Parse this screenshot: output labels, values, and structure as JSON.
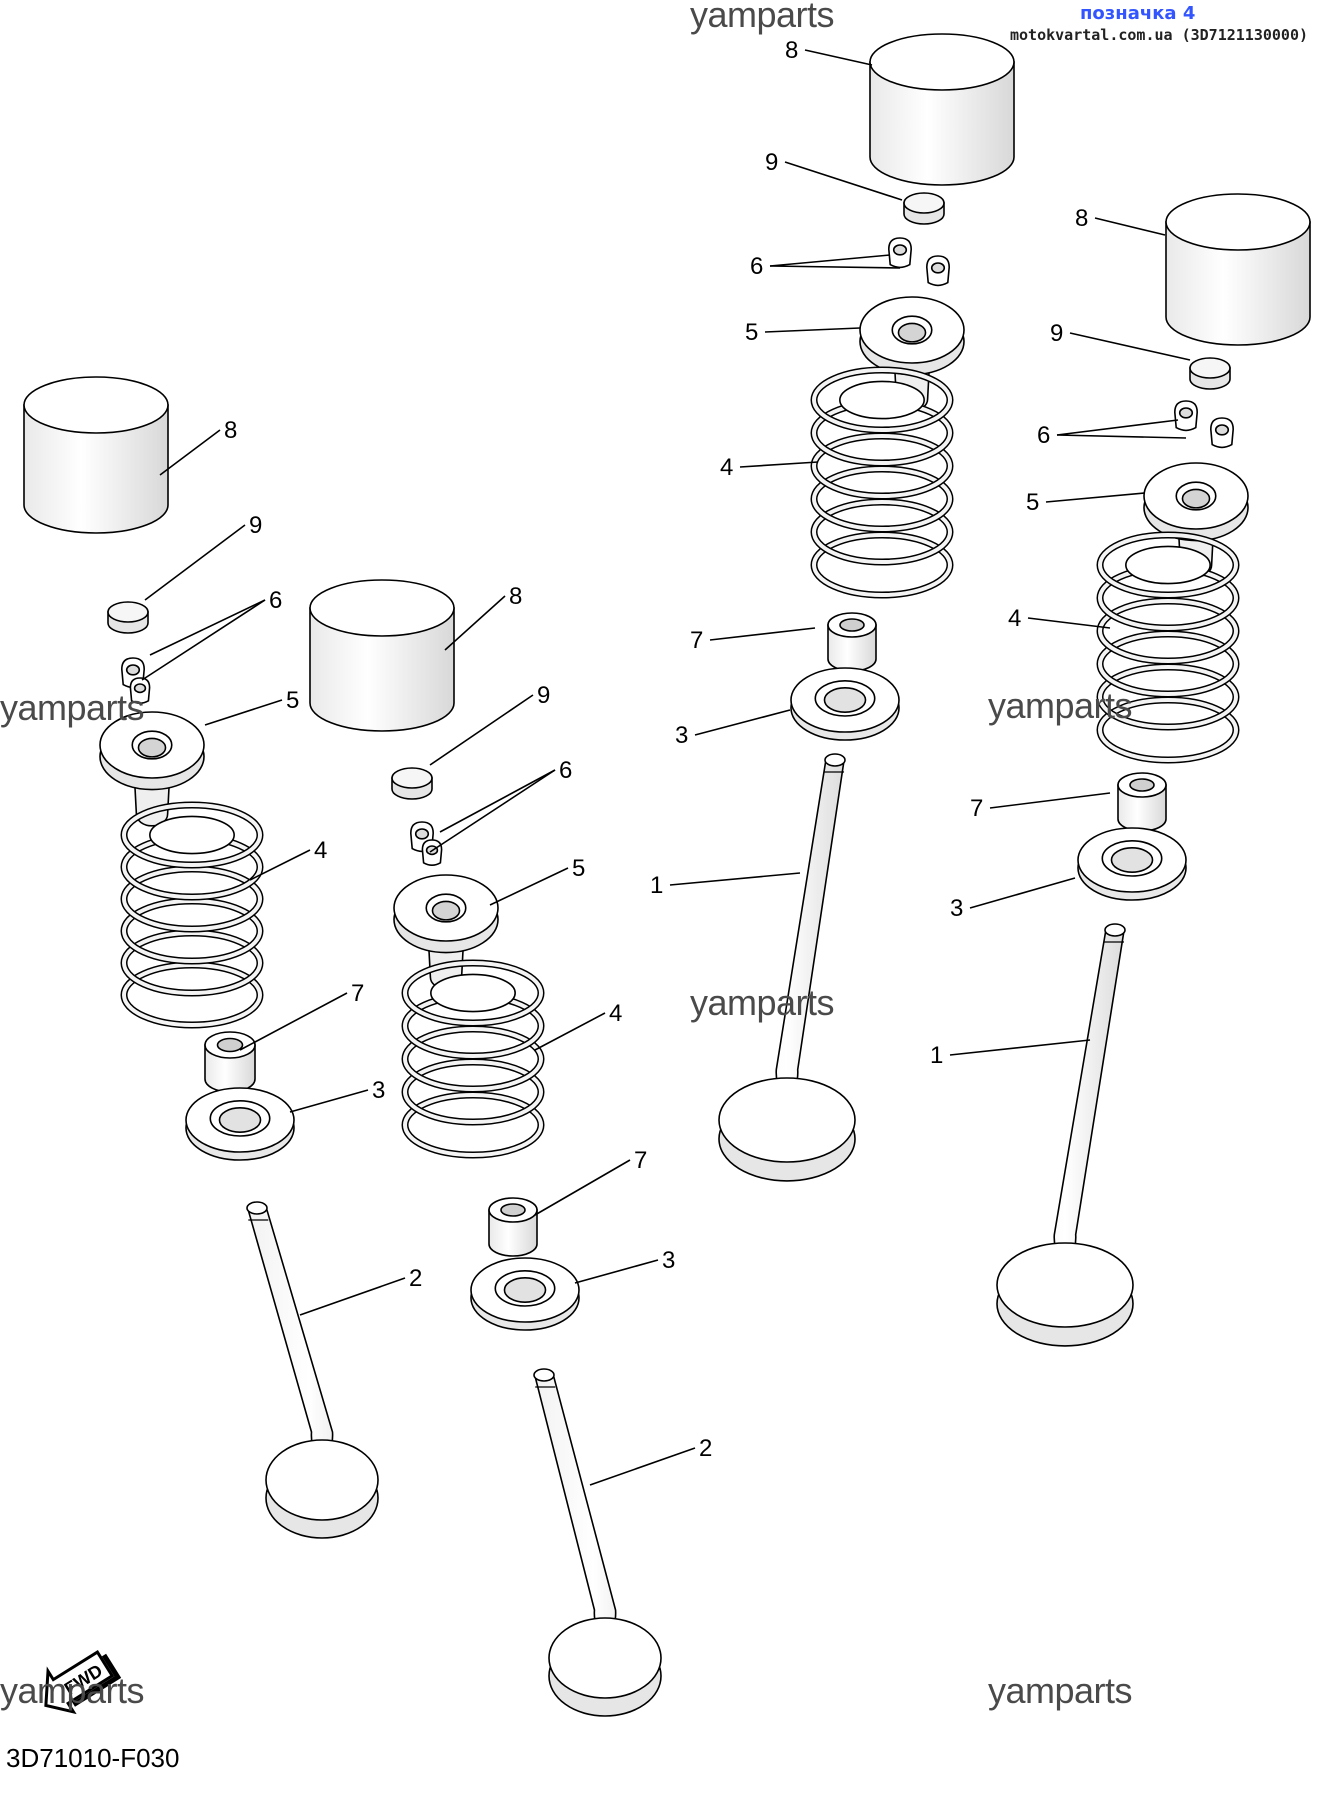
{
  "header": {
    "title": "позначка 4",
    "subtitle": "motokvartal.com.ua (3D7121130000)"
  },
  "footer": {
    "code": "3D71010-F030",
    "fwd_label": "FWD"
  },
  "watermark_text": "yamparts",
  "callouts": {
    "numbers": [
      "1",
      "2",
      "3",
      "4",
      "5",
      "6",
      "7",
      "8",
      "9"
    ]
  }
}
